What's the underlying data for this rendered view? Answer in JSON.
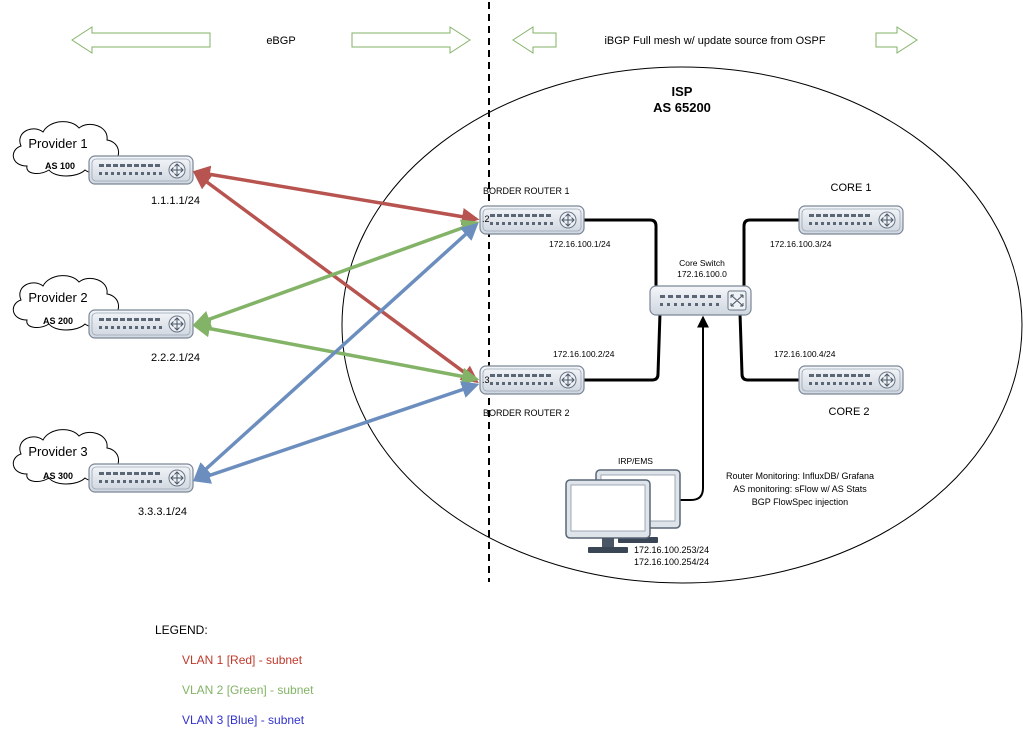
{
  "header": {
    "left_label": "eBGP",
    "right_label": "iBGP Full mesh w/ update source from OSPF"
  },
  "isp": {
    "title": "ISP",
    "as_number": "AS 65200"
  },
  "providers": [
    {
      "name": "Provider 1",
      "as": "AS 100",
      "ip": "1.1.1.1/24"
    },
    {
      "name": "Provider 2",
      "as": "AS 200",
      "ip": "2.2.2.1/24"
    },
    {
      "name": "Provider 3",
      "as": "AS 300",
      "ip": "3.3.3.1/24"
    }
  ],
  "border_routers": [
    {
      "name": "BORDER ROUTER 1",
      "port": ".2",
      "ip": "172.16.100.1/24"
    },
    {
      "name": "BORDER ROUTER 2",
      "port": ".3",
      "ip": "172.16.100.2/24"
    }
  ],
  "core_switch": {
    "name": "Core Switch",
    "ip": "172.16.100.0"
  },
  "cores": [
    {
      "name": "CORE 1",
      "ip": "172.16.100.3/24"
    },
    {
      "name": "CORE 2",
      "ip": "172.16.100.4/24"
    }
  ],
  "irp": {
    "name": "IRP/EMS",
    "ips": [
      "172.16.100.253/24",
      "172.16.100.254/24"
    ],
    "notes": [
      "Router Monitoring: InfluxDB/ Grafana",
      "AS monitoring: sFlow  w/ AS Stats",
      "BGP FlowSpec injection"
    ]
  },
  "legend": {
    "title": "LEGEND:",
    "items": [
      {
        "label": "VLAN 1 [Red] - subnet",
        "color": "#c0392b"
      },
      {
        "label": "VLAN 2 [Green] - subnet",
        "color": "#82b366"
      },
      {
        "label": "VLAN 3 [Blue] - subnet",
        "color": "#3333cc"
      }
    ]
  },
  "colors": {
    "red": "#b85450",
    "green": "#82b366",
    "blue": "#6c8ebf",
    "arrow_outline": "#82b366"
  }
}
